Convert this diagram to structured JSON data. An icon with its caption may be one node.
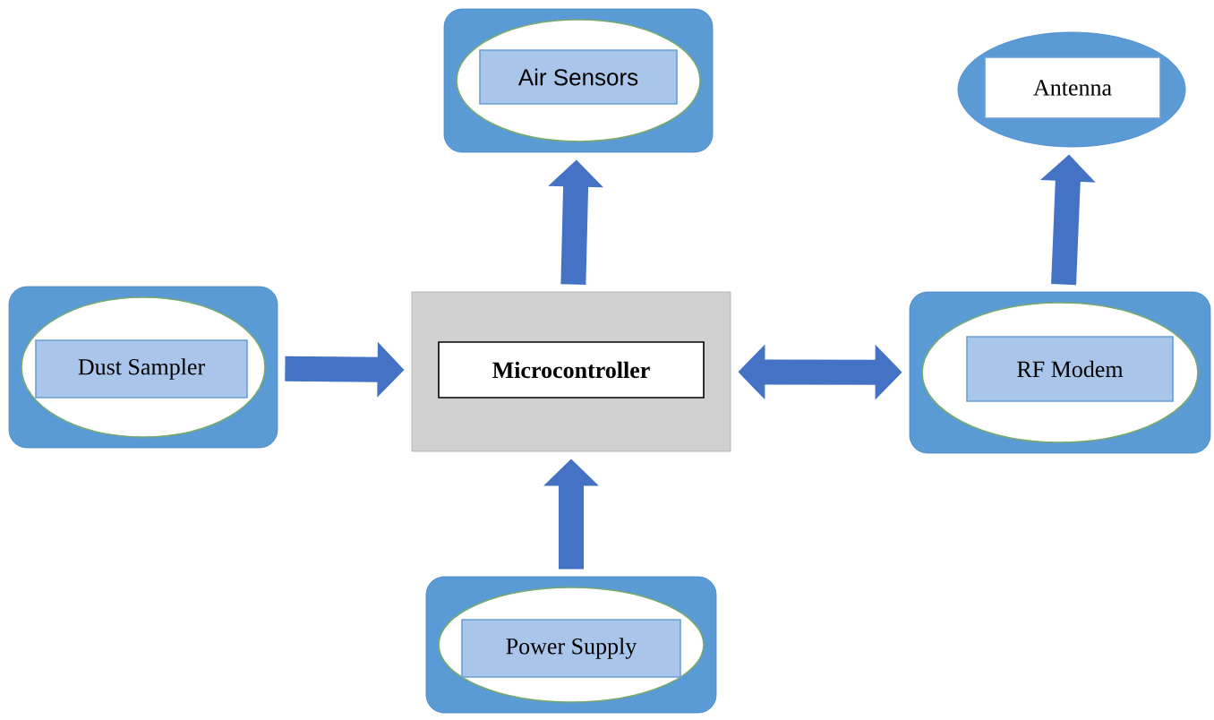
{
  "diagram": {
    "nodes": [
      {
        "text": [
          "Air Sensors"
        ]
      },
      {
        "text": [
          "Antenna"
        ]
      },
      {
        "text": [
          "Dust Sampler"
        ]
      },
      {
        "text": [
          "Microcontroller"
        ]
      },
      {
        "text": [
          "RF Modem"
        ]
      },
      {
        "text": [
          "Power Supply"
        ]
      }
    ],
    "edges": [
      {
        "from": 2,
        "to": 3,
        "arrow": "to"
      },
      {
        "from": 3,
        "to": 4,
        "arrow": "both"
      },
      {
        "from": 3,
        "to": 0,
        "arrow": "to"
      },
      {
        "from": 5,
        "to": 3,
        "arrow": "to"
      },
      {
        "from": 4,
        "to": 1,
        "arrow": "to"
      }
    ]
  }
}
